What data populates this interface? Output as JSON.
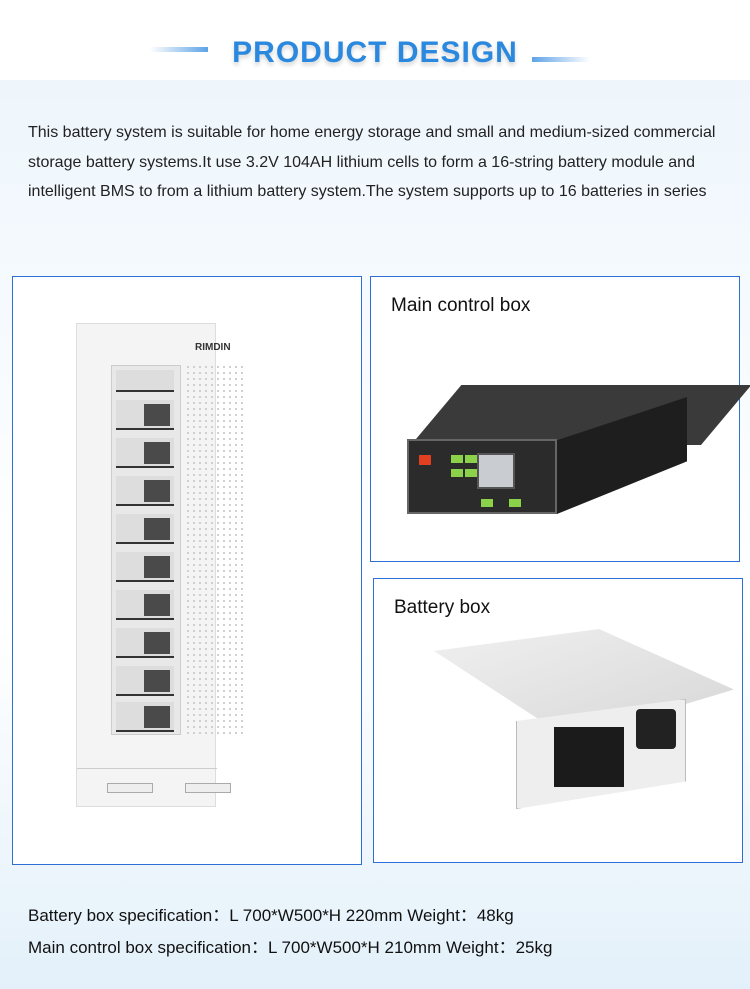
{
  "header": {
    "title": "PRODUCT DESIGN"
  },
  "intro": "This battery system is suitable for home energy storage and small and medium-sized commercial storage battery systems.It use 3.2V 104AH lithium cells to form a 16-string battery module and intelligent BMS to from a lithium battery system.The system supports up to 16 batteries in series",
  "cabinet": {
    "brand": "RIMDIN"
  },
  "cards": {
    "main_control": "Main control box",
    "battery": "Battery box"
  },
  "specs": [
    "Battery box specification：L 700*W500*H 220mm Weight：48kg",
    "Main control box specification：L 700*W500*H 210mm Weight：25kg"
  ],
  "colors": {
    "accent": "#2a88de",
    "border": "#2d6fd6"
  }
}
